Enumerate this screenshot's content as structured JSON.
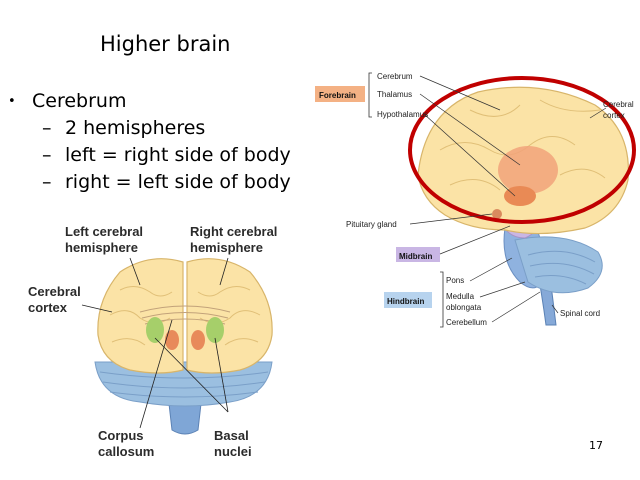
{
  "slide": {
    "title": "Higher brain",
    "bullet": "Cerebrum",
    "subbullets": [
      "2 hemispheres",
      "left = right side of body",
      "right = left side of body"
    ],
    "page_number": "17"
  },
  "front_diagram": {
    "left_hemisphere": [
      "Left cerebral",
      "hemisphere"
    ],
    "right_hemisphere": [
      "Right cerebral",
      "hemisphere"
    ],
    "cortex": [
      "Cerebral",
      "cortex"
    ],
    "corpus": [
      "Corpus",
      "callosum"
    ],
    "basal": [
      "Basal",
      "nuclei"
    ]
  },
  "side_diagram": {
    "forebrain": "Forebrain",
    "cerebrum": "Cerebrum",
    "thalamus": "Thalamus",
    "hypothalamus": "Hypothalamus",
    "cerebral_cortex": [
      "Cerebral",
      "cortex"
    ],
    "pituitary": "Pituitary gland",
    "midbrain": "Midbrain",
    "pons": "Pons",
    "hindbrain": "Hindbrain",
    "medulla": [
      "Medulla",
      "oblongata"
    ],
    "cerebellum": "Cerebellum",
    "spinal_cord": "Spinal cord"
  },
  "colors": {
    "forebrain_tag": "#f4b184",
    "midbrain_tag": "#c9b6e4",
    "hindbrain_tag": "#b7d3ee",
    "highlight_ellipse": "#c00000",
    "cerebrum_fill": "#fbe3a6",
    "cerebellum_fill": "#9bbfe0"
  }
}
